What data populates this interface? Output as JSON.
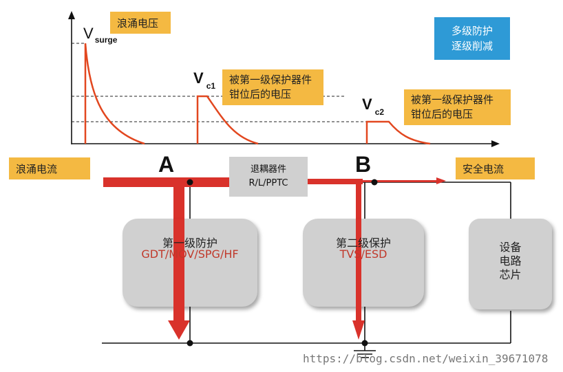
{
  "waveform": {
    "top_label": "浪涌电压",
    "v_surge": {
      "v": "V",
      "sub": "surge"
    },
    "v_c1": {
      "v": "V",
      "sub": "c1"
    },
    "v_c2": {
      "v": "V",
      "sub": "c2"
    },
    "c1_desc": [
      "被第一级保护器件",
      "钳位后的电压"
    ],
    "c2_desc": [
      "被第一级保护器件",
      "钳位后的电压"
    ],
    "summary": [
      "多级防护",
      "逐级削减"
    ]
  },
  "circuit": {
    "surge_current": "浪涌电流",
    "safe_current": "安全电流",
    "node_a": "A",
    "node_b": "B",
    "decoupler": [
      "退耦器件",
      "R/L/PPTC"
    ],
    "stage1": {
      "title": "第一级防护",
      "devices": "GDT/MOV/SPG/HF"
    },
    "stage2": {
      "title": "第二级保护",
      "devices": "TVS/ESD"
    },
    "equipment": [
      "设备",
      "电路",
      "芯片"
    ]
  },
  "colors": {
    "red": "#d9322b",
    "orange": "#f4b942",
    "blue": "#2e9ad6",
    "gray": "#d0d0d0"
  },
  "watermark": "https://blog.csdn.net/weixin_39671078"
}
